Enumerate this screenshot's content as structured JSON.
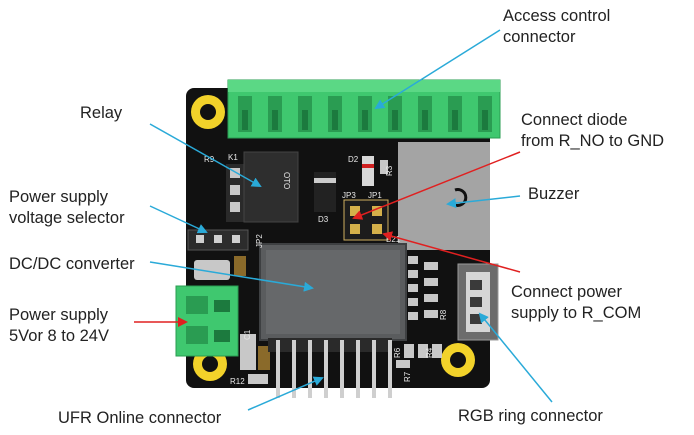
{
  "colors": {
    "pcb": "#111111",
    "connector_green": "#3fc86f",
    "mount_hole": "#f2d22a",
    "module_gray": "#5a5c5e",
    "buzzer_gray": "#a4a4a4",
    "arrow_blue": "#2aaad8",
    "arrow_red": "#e02020"
  },
  "labels": {
    "access_control": [
      "Access control",
      "connector"
    ],
    "relay": "Relay",
    "connect_diode": [
      "Connect diode",
      "from R_NO to GND"
    ],
    "power_selector": [
      "Power supply",
      "voltage selector"
    ],
    "buzzer": "Buzzer",
    "dcdc": "DC/DC converter",
    "power_supply": [
      "Power supply",
      "5Vor 8 to 24V"
    ],
    "connect_power": [
      "Connect power",
      "supply to R_COM"
    ],
    "ufr_online": "UFR Online connector",
    "rgb_ring": "RGB ring connector"
  },
  "silkscreen": {
    "k1": "K1",
    "r9": "R9",
    "d2": "D2",
    "r3": "R3",
    "jp3": "JP3",
    "jp1": "JP1",
    "jp2": "JP2",
    "d3": "D3",
    "r8": "R8",
    "r7": "R7",
    "r6": "R6",
    "r4": "R4",
    "r12": "R12",
    "c1": "C1",
    "b21": "B21"
  }
}
